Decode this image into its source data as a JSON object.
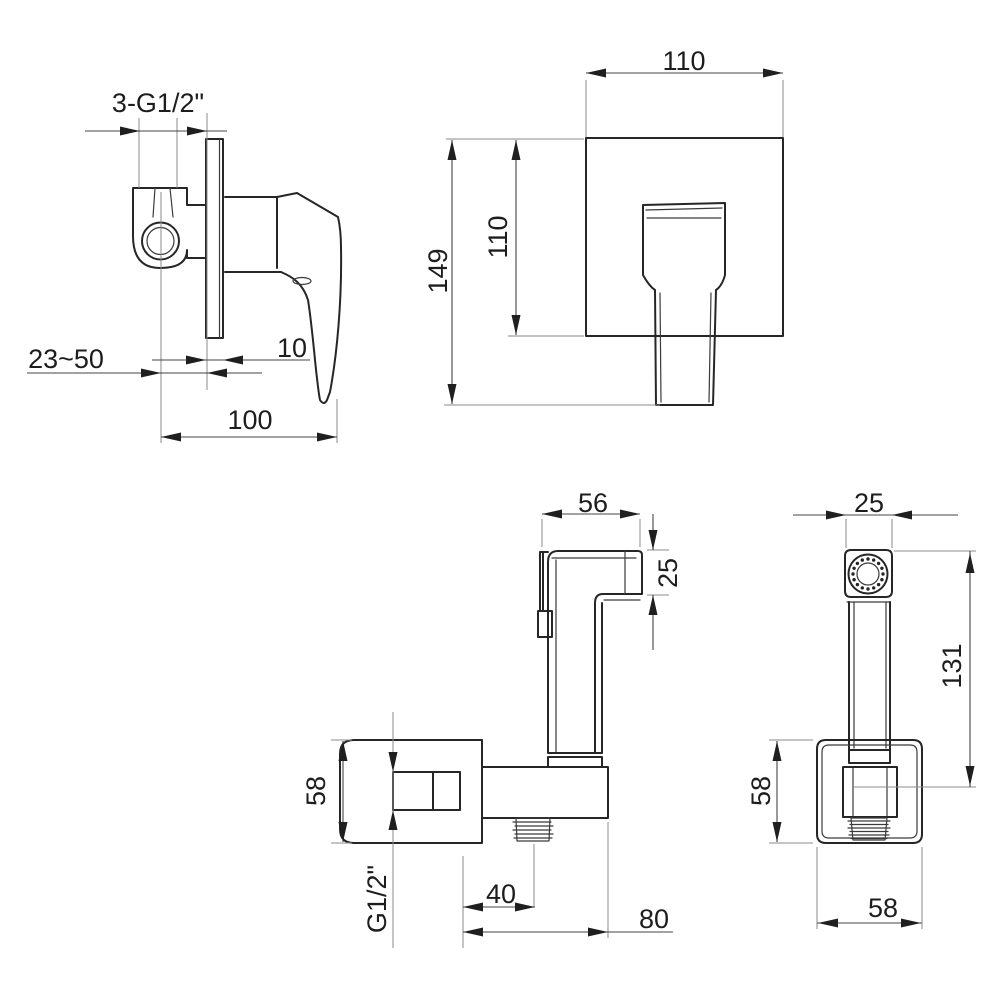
{
  "drawing_type": "bidet mixer installation dimensions",
  "colors": {
    "background": "#ffffff",
    "object_line": "#262626",
    "dimension_line": "#454545",
    "extension_line": "#8b8b8b",
    "text": "#1d1d1d"
  },
  "views": {
    "mixer_side": {
      "labels": {
        "connections": "3-G1/2\"",
        "wall_depth_range": "23~50",
        "plate_thickness": "10",
        "body_length": "100"
      }
    },
    "mixer_front": {
      "labels": {
        "plate_width": "110",
        "plate_height": "110",
        "overall_height": "149"
      }
    },
    "holder_side": {
      "labels": {
        "head_length": "56",
        "head_thickness": "25",
        "plate_height": "58",
        "inlet_thread": "G1/2\"",
        "outlet_offset": "40",
        "overall_depth": "80"
      }
    },
    "sprayer_front": {
      "labels": {
        "head_width": "25",
        "body_length": "131",
        "plate_height": "58",
        "plate_width": "58"
      }
    }
  }
}
